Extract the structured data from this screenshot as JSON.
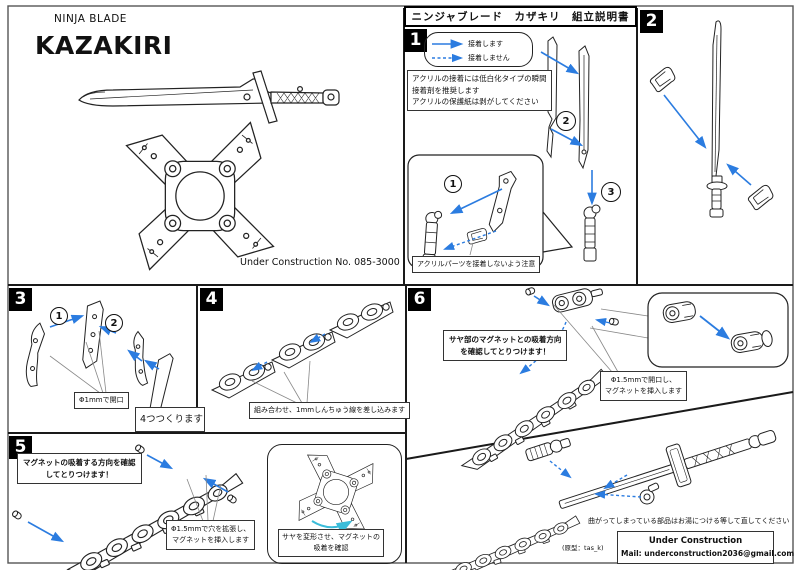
{
  "title_panel": {
    "series": "NINJA BLADE",
    "product": "KAZAKIRI",
    "product_no": "Under Construction  No. 085-3000"
  },
  "header_bar": "ニンジャブレード　カザキリ　組立説明書",
  "legend": {
    "solid": "接着します",
    "dashed": "接着しません"
  },
  "steps": {
    "s1": "1",
    "s2": "2",
    "s3": "3"
  },
  "panel1": {
    "num": "1",
    "adhesive_note": [
      "アクリルの接着には低白化タイプの瞬間",
      "接着剤を推奨します",
      "アクリルの保護紙は剥がしてください"
    ],
    "caution": "アクリルパーツを接着しないよう注意"
  },
  "panel2": {
    "num": "2"
  },
  "panel3": {
    "num": "3",
    "drill": "Φ1mmで開口",
    "quantity": "4つつくります"
  },
  "panel4": {
    "num": "4",
    "assemble": "組み合わせ、1mmしんちゅう線を差し込みます"
  },
  "panel5": {
    "num": "5",
    "direction": [
      "マグネットの吸着する方向を確認",
      "してとりつけます！"
    ],
    "magnet": [
      "Φ1.5mmで穴を拡張し、",
      "マグネットを挿入します"
    ]
  },
  "panel6": {
    "num": "6",
    "direction": [
      "サヤ部のマグネットとの吸着方向",
      "を確認してとりつけます！"
    ],
    "magnet": [
      "Φ1.5mmで開口し、",
      "マグネットを挿入します"
    ]
  },
  "sheath_check": [
    "サヤを変形させ、マグネットの",
    "吸着を確認"
  ],
  "footer": {
    "hot_water": "曲がってしまっている部品はお湯につける等して直してください",
    "credit": "(原型：tas_k)",
    "brand": "Under Construction",
    "mail": "Mail: underconstruction2036@gmail.com"
  },
  "colors": {
    "arrow_blue": "#2b7ce0",
    "arrow_cyan": "#3bbcd9"
  }
}
